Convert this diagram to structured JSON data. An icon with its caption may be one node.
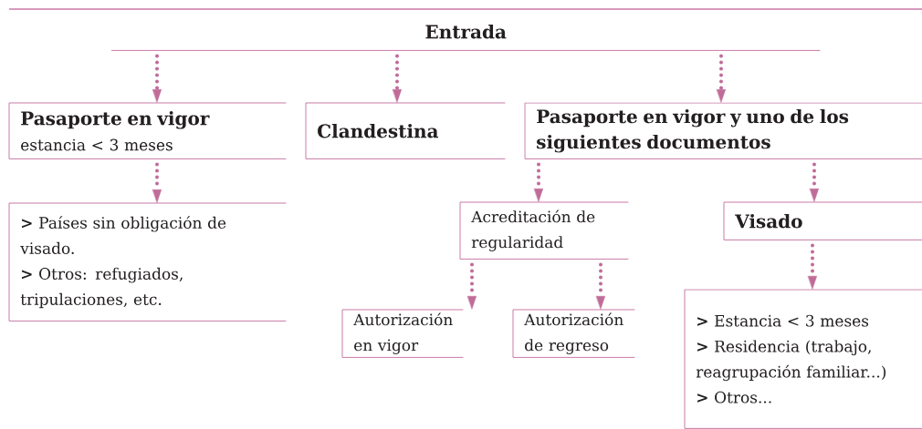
{
  "diagram": {
    "nodes": [
      {
        "text": [
          "Entrada"
        ]
      },
      {
        "text": [
          "Pasaporte en vigor",
          "estancia < 3 meses"
        ]
      },
      {
        "text": [
          "Clandestina"
        ]
      },
      {
        "text": [
          "Pasaporte en vigor y uno de los siguientes documentos"
        ]
      },
      {
        "text": [
          "**>** Países sin obligación de visado.",
          "**>** Otros: refugiados, tripulaciones, etc."
        ]
      },
      {
        "text": [
          "Acreditación de regularidad"
        ]
      },
      {
        "text": [
          "Visado"
        ]
      },
      {
        "text": [
          "Autorización en vigor"
        ]
      },
      {
        "text": [
          "Autorización de regreso"
        ]
      },
      {
        "text": [
          "**>** Estancia < 3 meses",
          "**>** Residencia (trabajo, reagrupación familiar...)",
          "**>** Otros..."
        ]
      }
    ],
    "edges": [
      {
        "from": 0,
        "to": 1,
        "arrow": "to"
      },
      {
        "from": 0,
        "to": 2,
        "arrow": "to"
      },
      {
        "from": 0,
        "to": 3,
        "arrow": "to"
      },
      {
        "from": 1,
        "to": 4,
        "arrow": "to"
      },
      {
        "from": 3,
        "to": 5,
        "arrow": "to"
      },
      {
        "from": 3,
        "to": 6,
        "arrow": "to"
      },
      {
        "from": 5,
        "to": 7,
        "arrow": "to"
      },
      {
        "from": 5,
        "to": 8,
        "arrow": "to"
      },
      {
        "from": 6,
        "to": 9,
        "arrow": "to"
      }
    ]
  }
}
